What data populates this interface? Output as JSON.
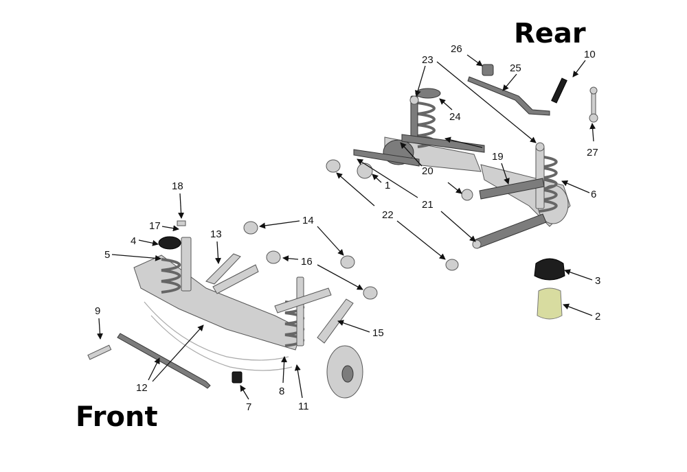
{
  "headings": {
    "rear": "Rear",
    "front": "Front"
  },
  "callouts": [
    {
      "id": "c1",
      "label": "1"
    },
    {
      "id": "c2",
      "label": "2"
    },
    {
      "id": "c3",
      "label": "3"
    },
    {
      "id": "c4",
      "label": "4"
    },
    {
      "id": "c5",
      "label": "5"
    },
    {
      "id": "c6",
      "label": "6"
    },
    {
      "id": "c7",
      "label": "7"
    },
    {
      "id": "c8",
      "label": "8"
    },
    {
      "id": "c9",
      "label": "9"
    },
    {
      "id": "c10",
      "label": "10"
    },
    {
      "id": "c11",
      "label": "11"
    },
    {
      "id": "c12",
      "label": "12"
    },
    {
      "id": "c13",
      "label": "13"
    },
    {
      "id": "c14",
      "label": "14"
    },
    {
      "id": "c15",
      "label": "15"
    },
    {
      "id": "c16",
      "label": "16"
    },
    {
      "id": "c17",
      "label": "17"
    },
    {
      "id": "c18",
      "label": "18"
    },
    {
      "id": "c19",
      "label": "19"
    },
    {
      "id": "c20",
      "label": "20"
    },
    {
      "id": "c21",
      "label": "21"
    },
    {
      "id": "c22",
      "label": "22"
    },
    {
      "id": "c23",
      "label": "23"
    },
    {
      "id": "c24",
      "label": "24"
    },
    {
      "id": "c25",
      "label": "25"
    },
    {
      "id": "c26",
      "label": "26"
    },
    {
      "id": "c27",
      "label": "27"
    }
  ],
  "colors": {
    "parts": "#cfcfcf",
    "leads": "#111111",
    "bumpstop": "#d8dca0"
  }
}
